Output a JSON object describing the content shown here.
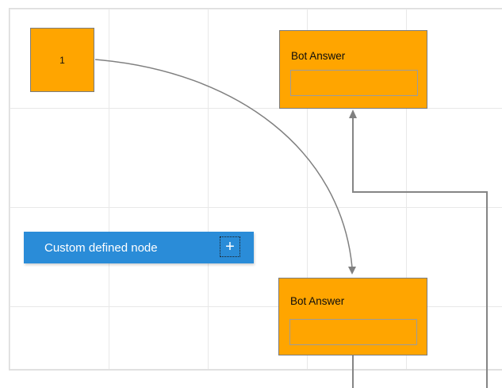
{
  "diagram": {
    "node1": {
      "label": "1"
    },
    "bot_answer_top": {
      "title": "Bot Answer"
    },
    "bot_answer_bottom": {
      "title": "Bot Answer"
    },
    "custom_node": {
      "label": "Custom defined node",
      "add_button_glyph": "+"
    }
  },
  "colors": {
    "node_fill": "#FFA500",
    "node_border": "#7C7C7C",
    "custom_node_fill": "#2A8CD8",
    "custom_node_text": "#FFFFFF",
    "connector": "#808080",
    "grid_line": "#E8E8E8",
    "page_border": "#DCDCDC"
  }
}
